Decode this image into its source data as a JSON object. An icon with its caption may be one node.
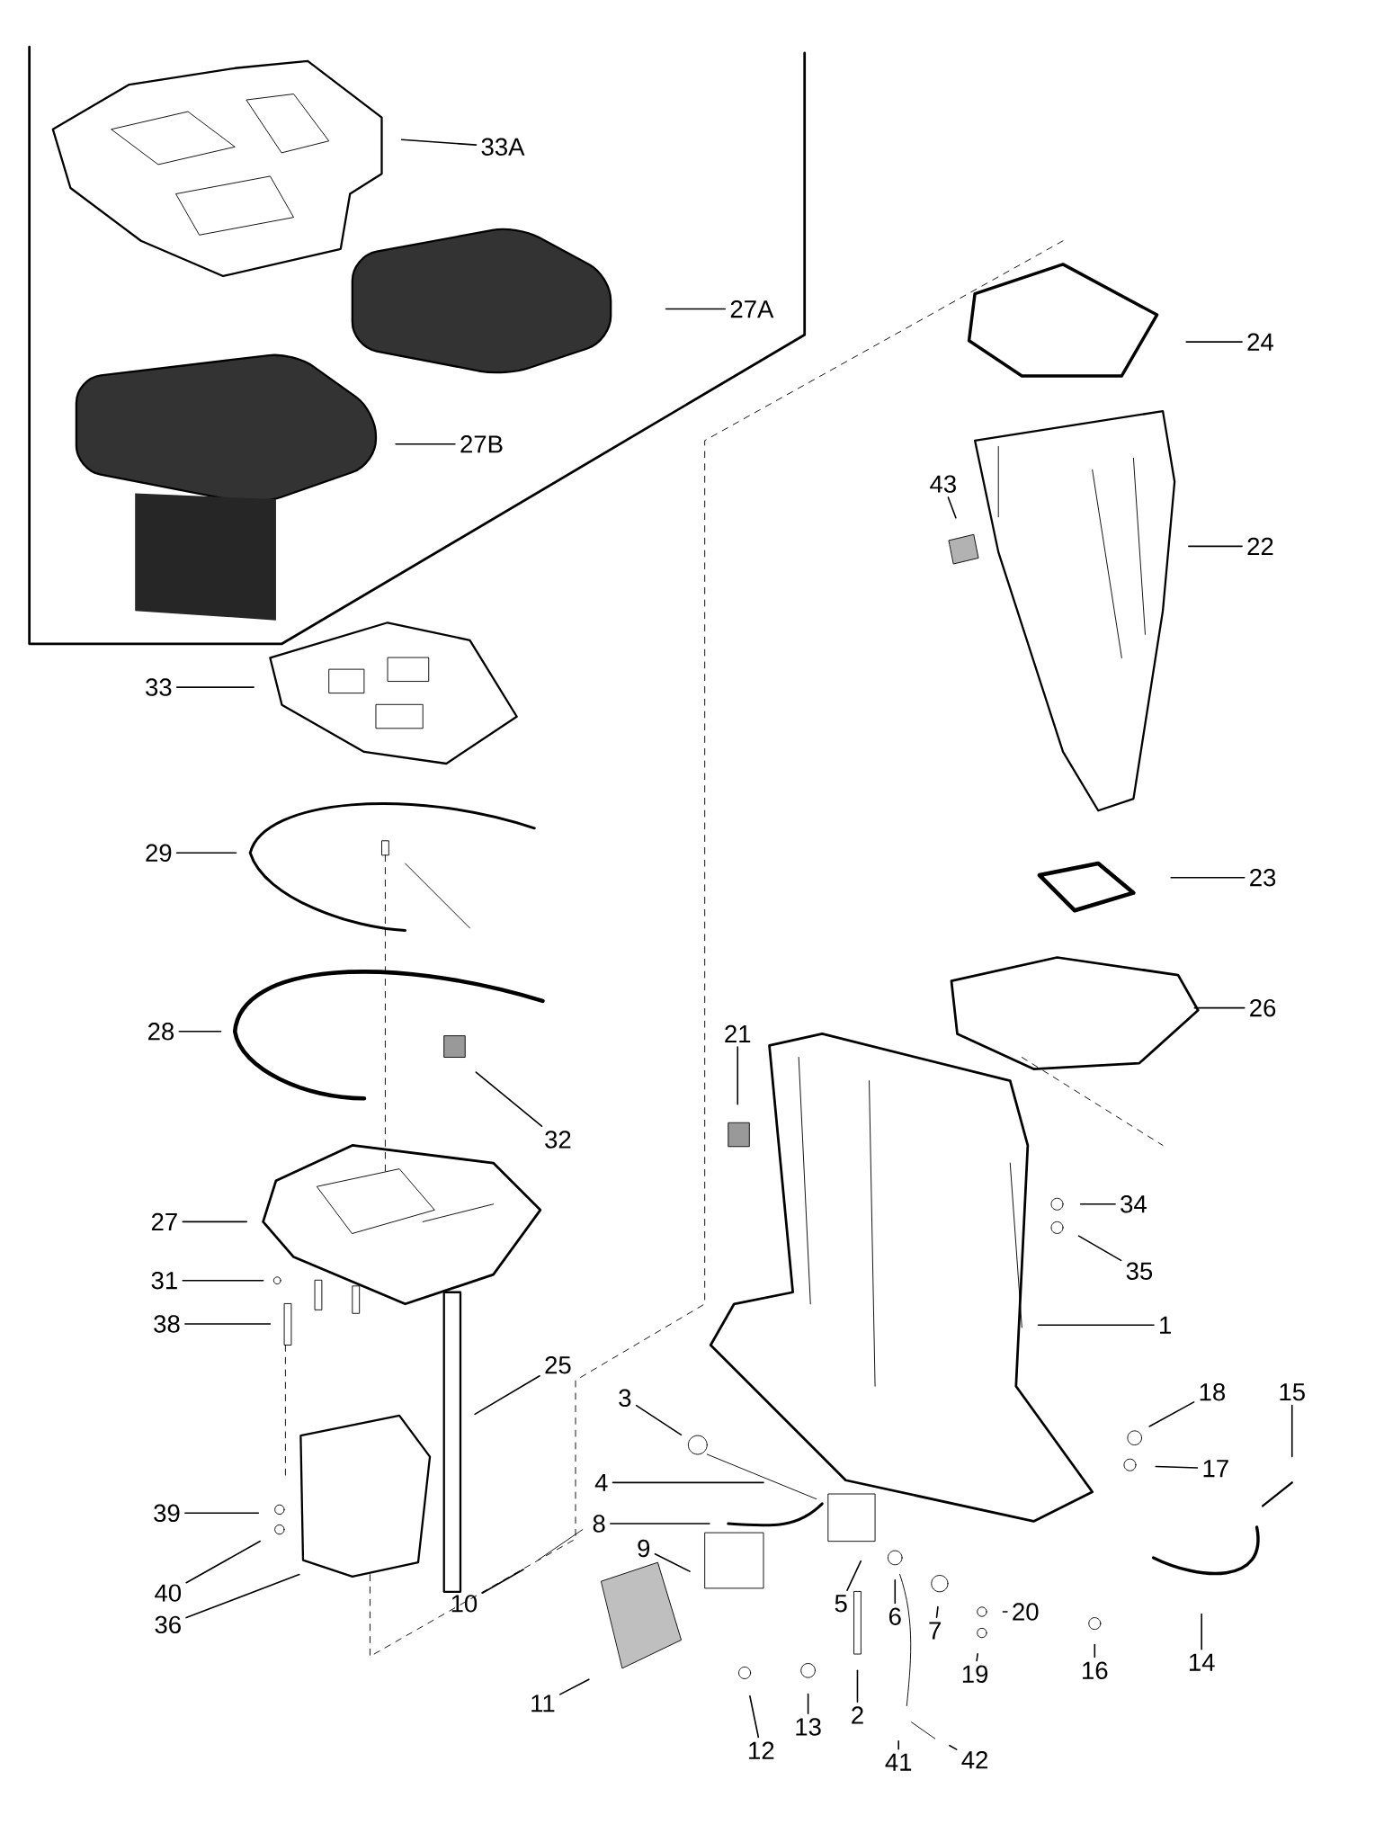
{
  "diagram": {
    "nodes": [
      {
        "text": [
          "33A"
        ]
      },
      {
        "text": [
          "27A"
        ]
      },
      {
        "text": [
          "24"
        ]
      },
      {
        "text": [
          "27B"
        ]
      },
      {
        "text": [
          "43"
        ]
      },
      {
        "text": [
          "22"
        ]
      },
      {
        "text": [
          "33"
        ]
      },
      {
        "text": [
          "29"
        ]
      },
      {
        "text": [
          "23"
        ]
      },
      {
        "text": [
          "26"
        ]
      },
      {
        "text": [
          "28"
        ]
      },
      {
        "text": [
          "21"
        ]
      },
      {
        "text": [
          "32"
        ]
      },
      {
        "text": [
          "34"
        ]
      },
      {
        "text": [
          "27"
        ]
      },
      {
        "text": [
          "35"
        ]
      },
      {
        "text": [
          "31"
        ]
      },
      {
        "text": [
          "1"
        ]
      },
      {
        "text": [
          "38"
        ]
      },
      {
        "text": [
          "25"
        ]
      },
      {
        "text": [
          "18"
        ]
      },
      {
        "text": [
          "15"
        ]
      },
      {
        "text": [
          "3"
        ]
      },
      {
        "text": [
          "17"
        ]
      },
      {
        "text": [
          "4"
        ]
      },
      {
        "text": [
          "39"
        ]
      },
      {
        "text": [
          "8"
        ]
      },
      {
        "text": [
          "9"
        ]
      },
      {
        "text": [
          "40"
        ]
      },
      {
        "text": [
          "20"
        ]
      },
      {
        "text": [
          "5"
        ]
      },
      {
        "text": [
          "10"
        ]
      },
      {
        "text": [
          "36"
        ]
      },
      {
        "text": [
          "6"
        ]
      },
      {
        "text": [
          "7"
        ]
      },
      {
        "text": [
          "14"
        ]
      },
      {
        "text": [
          "16"
        ]
      },
      {
        "text": [
          "19"
        ]
      },
      {
        "text": [
          "11"
        ]
      },
      {
        "text": [
          "13"
        ]
      },
      {
        "text": [
          "2"
        ]
      },
      {
        "text": [
          "12"
        ]
      },
      {
        "text": [
          "41"
        ]
      },
      {
        "text": [
          "42"
        ]
      }
    ],
    "edges": [
      {
        "from": 0,
        "to": null,
        "arrow": "none"
      },
      {
        "from": 1,
        "to": null,
        "arrow": "none"
      },
      {
        "from": 2,
        "to": null,
        "arrow": "none"
      },
      {
        "from": 3,
        "to": null,
        "arrow": "none"
      },
      {
        "from": 4,
        "to": null,
        "arrow": "none"
      },
      {
        "from": 5,
        "to": null,
        "arrow": "none"
      },
      {
        "from": 6,
        "to": null,
        "arrow": "none"
      },
      {
        "from": 7,
        "to": null,
        "arrow": "none"
      },
      {
        "from": 8,
        "to": null,
        "arrow": "none"
      },
      {
        "from": 9,
        "to": null,
        "arrow": "none"
      },
      {
        "from": 10,
        "to": null,
        "arrow": "none"
      },
      {
        "from": 11,
        "to": null,
        "arrow": "none"
      },
      {
        "from": 12,
        "to": null,
        "arrow": "none"
      },
      {
        "from": 13,
        "to": null,
        "arrow": "none"
      },
      {
        "from": 14,
        "to": null,
        "arrow": "none"
      },
      {
        "from": 15,
        "to": null,
        "arrow": "none"
      },
      {
        "from": 16,
        "to": null,
        "arrow": "none"
      },
      {
        "from": 17,
        "to": null,
        "arrow": "none"
      },
      {
        "from": 18,
        "to": null,
        "arrow": "none"
      },
      {
        "from": 19,
        "to": null,
        "arrow": "none"
      },
      {
        "from": 20,
        "to": null,
        "arrow": "none"
      },
      {
        "from": 21,
        "to": null,
        "arrow": "none"
      },
      {
        "from": 22,
        "to": null,
        "arrow": "none"
      },
      {
        "from": 23,
        "to": null,
        "arrow": "none"
      },
      {
        "from": 24,
        "to": null,
        "arrow": "none"
      },
      {
        "from": 25,
        "to": null,
        "arrow": "none"
      },
      {
        "from": 26,
        "to": null,
        "arrow": "none"
      },
      {
        "from": 27,
        "to": null,
        "arrow": "none"
      },
      {
        "from": 28,
        "to": null,
        "arrow": "none"
      },
      {
        "from": 29,
        "to": null,
        "arrow": "none"
      },
      {
        "from": 30,
        "to": null,
        "arrow": "none"
      },
      {
        "from": 31,
        "to": null,
        "arrow": "none"
      },
      {
        "from": 32,
        "to": null,
        "arrow": "none"
      },
      {
        "from": 33,
        "to": null,
        "arrow": "none"
      },
      {
        "from": 34,
        "to": null,
        "arrow": "none"
      },
      {
        "from": 35,
        "to": null,
        "arrow": "none"
      },
      {
        "from": 36,
        "to": null,
        "arrow": "none"
      },
      {
        "from": 37,
        "to": null,
        "arrow": "none"
      },
      {
        "from": 38,
        "to": null,
        "arrow": "none"
      },
      {
        "from": 39,
        "to": null,
        "arrow": "none"
      },
      {
        "from": 40,
        "to": null,
        "arrow": "none"
      },
      {
        "from": 41,
        "to": null,
        "arrow": "none"
      },
      {
        "from": 42,
        "to": null,
        "arrow": "none"
      },
      {
        "from": 43,
        "to": null,
        "arrow": "none"
      }
    ]
  }
}
